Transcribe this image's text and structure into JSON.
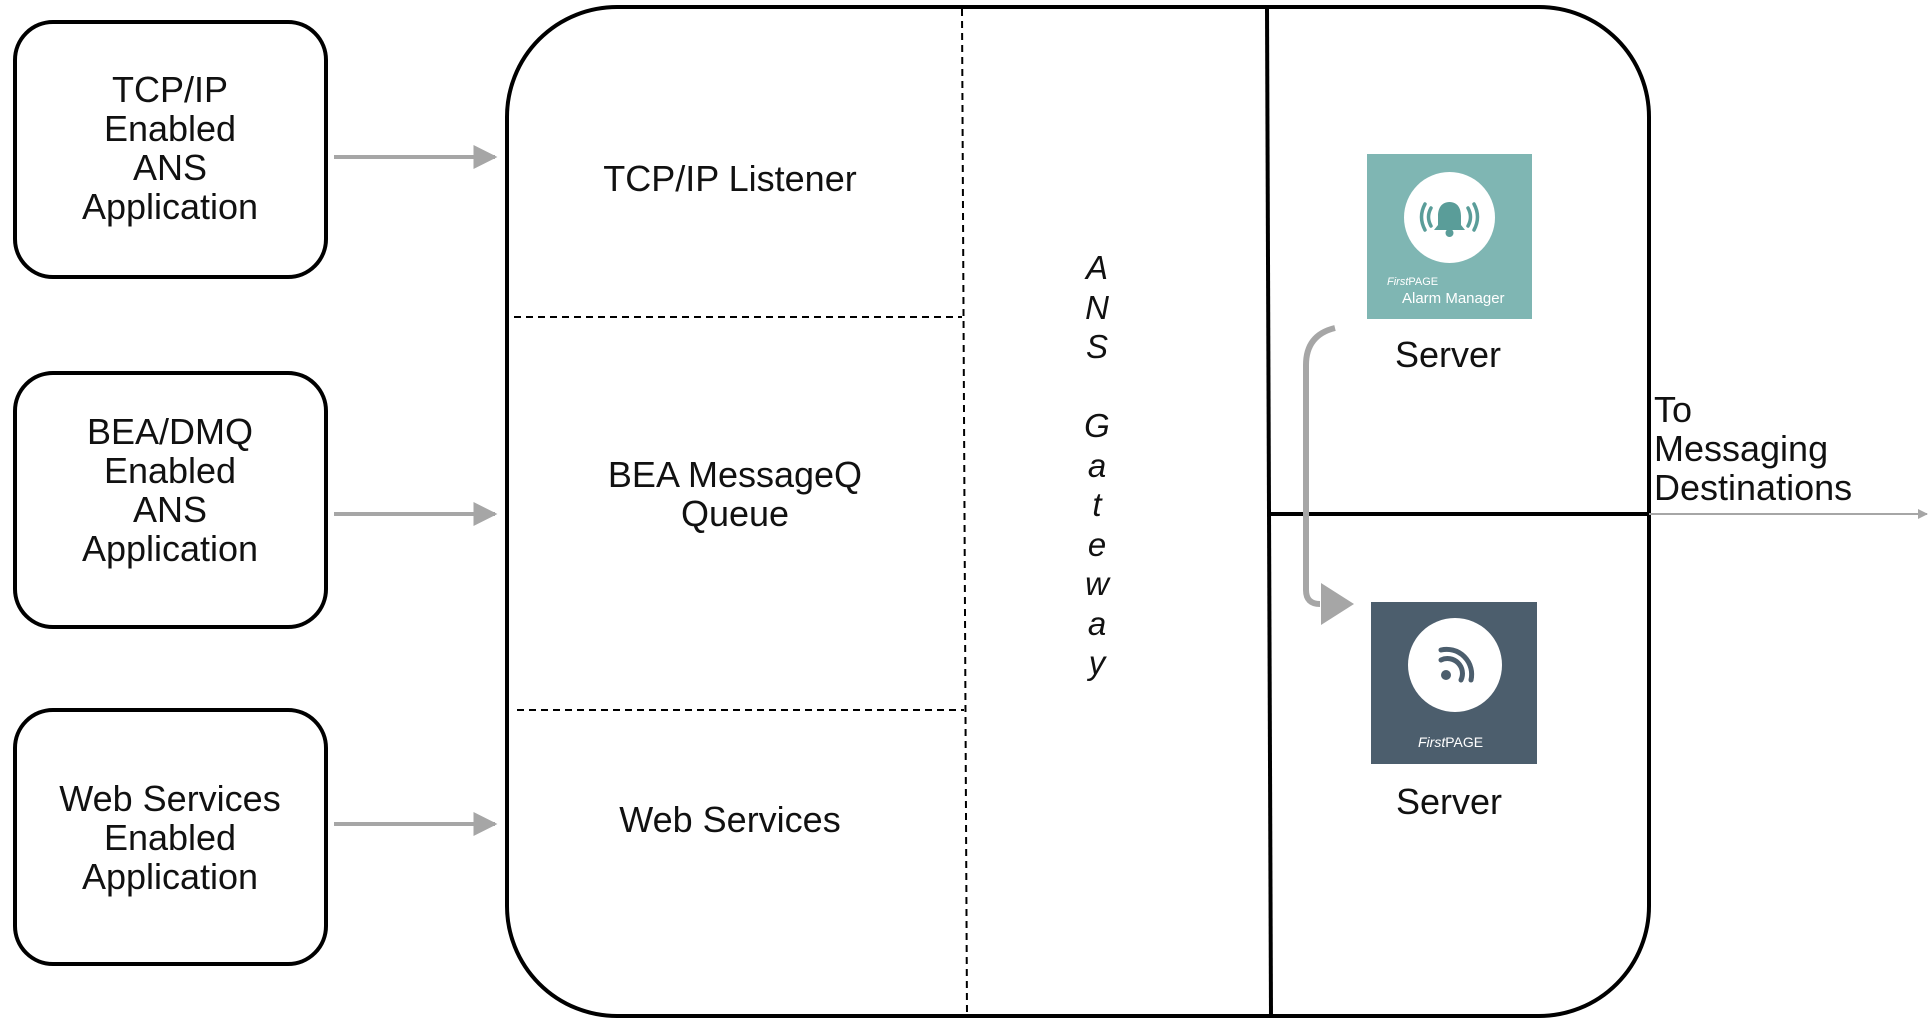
{
  "clients": [
    {
      "lines": [
        "TCP/IP",
        "Enabled",
        "ANS",
        "Application"
      ]
    },
    {
      "lines": [
        "BEA/DMQ",
        "Enabled",
        "ANS",
        "Application"
      ]
    },
    {
      "lines": [
        "Web Services",
        "Enabled",
        "Application"
      ]
    }
  ],
  "listeners": {
    "tcpip": "TCP/IP Listener",
    "bea": [
      "BEA MessageQ",
      "Queue"
    ],
    "web": "Web Services"
  },
  "gateway": {
    "letters": [
      "A",
      "N",
      "S",
      "",
      "G",
      "a",
      "t",
      "e",
      "w",
      "a",
      "y"
    ]
  },
  "servers": {
    "alarm": {
      "logo_brand_prefix": "First",
      "logo_brand_suffix": "PAGE",
      "logo_product": "Alarm Manager",
      "label": "Server"
    },
    "firstpage": {
      "logo_brand_prefix": "First",
      "logo_brand_suffix": "PAGE",
      "label": "Server"
    }
  },
  "destination": {
    "lines": [
      "To",
      "Messaging",
      "Destinations"
    ]
  },
  "colors": {
    "outline": "#000000",
    "arrow": "#a6a6a6",
    "alarm_logo_bg": "#7fb6b3",
    "alarm_icon": "#5a9d99",
    "firstpage_logo_bg": "#4c5e6d",
    "firstpage_icon": "#4c5e6d"
  },
  "icons": {
    "alarm": "bell-with-signal-waves-icon",
    "firstpage": "rss-feed-icon"
  }
}
